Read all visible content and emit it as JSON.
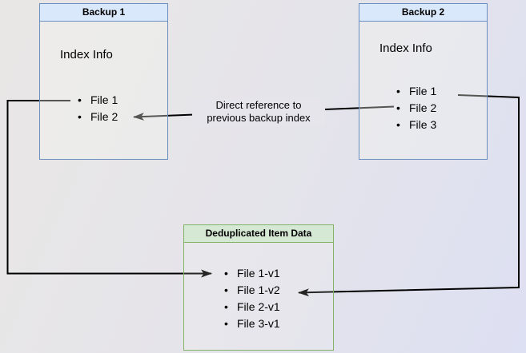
{
  "colors": {
    "canvas_bg_start": "#e9e7e5",
    "canvas_bg_end": "#dde0f2",
    "blue_fill": "#dae8fc",
    "blue_border": "#6c8ebf",
    "green_fill": "#d5e8d4",
    "green_border": "#82b366",
    "arrow_color": "#000000",
    "text_color": "#000000",
    "label_bg": "#e6e5ec"
  },
  "glyphs": {
    "bullet": "•"
  },
  "boxes": {
    "backup1": {
      "title": "Backup 1",
      "section_label": "Index Info",
      "items": [
        "File 1",
        "File 2"
      ]
    },
    "backup2": {
      "title": "Backup 2",
      "section_label": "Index Info",
      "items": [
        "File 1",
        "File 2",
        "File 3"
      ]
    },
    "dedup": {
      "title": "Deduplicated Item Data",
      "items": [
        "File 1-v1",
        "File 1-v2",
        "File 2-v1",
        "File 3-v1"
      ]
    }
  },
  "annotation": {
    "line1": "Direct reference to",
    "line2": "previous backup index"
  },
  "edges": [
    {
      "from": "backup2.File 2",
      "to": "backup1.File 2",
      "label": "Direct reference to previous backup index"
    },
    {
      "from": "backup1.File 1",
      "to": "dedup.File 1-v1",
      "label": ""
    },
    {
      "from": "backup2.File 1",
      "to": "dedup.File 1-v2",
      "label": ""
    }
  ]
}
